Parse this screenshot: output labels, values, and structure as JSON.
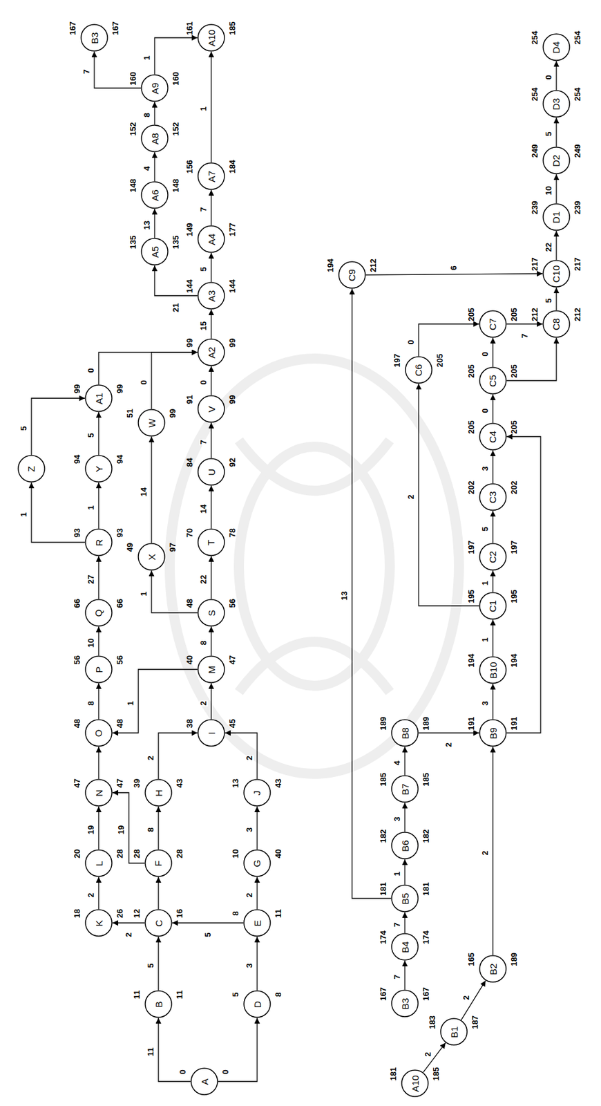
{
  "diagram": {
    "nodes": [
      {
        "text": [
          "A"
        ]
      },
      {
        "text": [
          "B"
        ]
      },
      {
        "text": [
          "D"
        ]
      },
      {
        "text": [
          "C"
        ]
      },
      {
        "text": [
          "E"
        ]
      },
      {
        "text": [
          "K"
        ]
      },
      {
        "text": [
          "F"
        ]
      },
      {
        "text": [
          "G"
        ]
      },
      {
        "text": [
          "L"
        ]
      },
      {
        "text": [
          "H"
        ]
      },
      {
        "text": [
          "J"
        ]
      },
      {
        "text": [
          "N"
        ]
      },
      {
        "text": [
          "I"
        ]
      },
      {
        "text": [
          "O"
        ]
      },
      {
        "text": [
          "M"
        ]
      },
      {
        "text": [
          "P"
        ]
      },
      {
        "text": [
          "S"
        ]
      },
      {
        "text": [
          "Q"
        ]
      },
      {
        "text": [
          "X"
        ]
      },
      {
        "text": [
          "T"
        ]
      },
      {
        "text": [
          "R"
        ]
      },
      {
        "text": [
          "U"
        ]
      },
      {
        "text": [
          "Y"
        ]
      },
      {
        "text": [
          "Z"
        ]
      },
      {
        "text": [
          "W"
        ]
      },
      {
        "text": [
          "V"
        ]
      },
      {
        "text": [
          "A1"
        ]
      },
      {
        "text": [
          "A2"
        ]
      },
      {
        "text": [
          "A3"
        ]
      },
      {
        "text": [
          "A5"
        ]
      },
      {
        "text": [
          "A4"
        ]
      },
      {
        "text": [
          "A6"
        ]
      },
      {
        "text": [
          "A7"
        ]
      },
      {
        "text": [
          "A8"
        ]
      },
      {
        "text": [
          "A9"
        ]
      },
      {
        "text": [
          "B3"
        ]
      },
      {
        "text": [
          "A10"
        ]
      },
      {
        "text": [
          "A10"
        ]
      },
      {
        "text": [
          "B3"
        ]
      },
      {
        "text": [
          "B1"
        ]
      },
      {
        "text": [
          "B4"
        ]
      },
      {
        "text": [
          "B2"
        ]
      },
      {
        "text": [
          "B5"
        ]
      },
      {
        "text": [
          "B6"
        ]
      },
      {
        "text": [
          "B7"
        ]
      },
      {
        "text": [
          "B8"
        ]
      },
      {
        "text": [
          "B9"
        ]
      },
      {
        "text": [
          "B10"
        ]
      },
      {
        "text": [
          "C1"
        ]
      },
      {
        "text": [
          "C2"
        ]
      },
      {
        "text": [
          "C3"
        ]
      },
      {
        "text": [
          "C4"
        ]
      },
      {
        "text": [
          "C6"
        ]
      },
      {
        "text": [
          "C5"
        ]
      },
      {
        "text": [
          "C7"
        ]
      },
      {
        "text": [
          "C8"
        ]
      },
      {
        "text": [
          "C9"
        ]
      },
      {
        "text": [
          "C10"
        ]
      },
      {
        "text": [
          "D1"
        ]
      },
      {
        "text": [
          "D2"
        ]
      },
      {
        "text": [
          "D3"
        ]
      },
      {
        "text": [
          "D4"
        ]
      }
    ],
    "edges": [
      {
        "from": 0,
        "to": 1,
        "arrow": "to",
        "label": "11"
      },
      {
        "from": 0,
        "to": 2,
        "arrow": "to"
      },
      {
        "from": 1,
        "to": 3,
        "arrow": "to",
        "label": "5"
      },
      {
        "from": 2,
        "to": 4,
        "arrow": "to",
        "label": "3"
      },
      {
        "from": 4,
        "to": 3,
        "arrow": "to",
        "label": "5"
      },
      {
        "from": 3,
        "to": 5,
        "arrow": "to",
        "label": "2"
      },
      {
        "from": 3,
        "to": 6,
        "arrow": "to"
      },
      {
        "from": 5,
        "to": 8,
        "arrow": "to",
        "label": "2"
      },
      {
        "from": 4,
        "to": 7,
        "arrow": "to",
        "label": "2"
      },
      {
        "from": 6,
        "to": 9,
        "arrow": "to",
        "label": "8"
      },
      {
        "from": 6,
        "to": 11,
        "arrow": "to",
        "label": "19"
      },
      {
        "from": 7,
        "to": 10,
        "arrow": "to",
        "label": "3"
      },
      {
        "from": 8,
        "to": 11,
        "arrow": "to",
        "label": "19"
      },
      {
        "from": 9,
        "to": 12,
        "arrow": "to",
        "label": "2"
      },
      {
        "from": 10,
        "to": 12,
        "arrow": "to",
        "label": "2"
      },
      {
        "from": 11,
        "to": 13,
        "arrow": "to"
      },
      {
        "from": 12,
        "to": 14,
        "arrow": "to",
        "label": "2"
      },
      {
        "from": 14,
        "to": 13,
        "arrow": "to",
        "label": "1"
      },
      {
        "from": 13,
        "to": 15,
        "arrow": "to",
        "label": "8"
      },
      {
        "from": 14,
        "to": 16,
        "arrow": "to",
        "label": "8"
      },
      {
        "from": 15,
        "to": 17,
        "arrow": "to",
        "label": "10"
      },
      {
        "from": 16,
        "to": 18,
        "arrow": "to",
        "label": "1"
      },
      {
        "from": 16,
        "to": 19,
        "arrow": "to",
        "label": "22"
      },
      {
        "from": 17,
        "to": 20,
        "arrow": "to",
        "label": "27"
      },
      {
        "from": 18,
        "to": 24,
        "arrow": "to",
        "label": "14"
      },
      {
        "from": 19,
        "to": 21,
        "arrow": "to",
        "label": "14"
      },
      {
        "from": 20,
        "to": 22,
        "arrow": "to",
        "label": "1"
      },
      {
        "from": 20,
        "to": 23,
        "arrow": "to",
        "label": "1"
      },
      {
        "from": 21,
        "to": 25,
        "arrow": "to",
        "label": "7"
      },
      {
        "from": 22,
        "to": 26,
        "arrow": "to",
        "label": "5"
      },
      {
        "from": 23,
        "to": 26,
        "arrow": "to",
        "label": "5"
      },
      {
        "from": 26,
        "to": 27,
        "arrow": "to",
        "label": "0"
      },
      {
        "from": 24,
        "to": 27,
        "arrow": "to",
        "label": "0"
      },
      {
        "from": 25,
        "to": 27,
        "arrow": "to",
        "label": "0"
      },
      {
        "from": 27,
        "to": 28,
        "arrow": "to",
        "label": "15"
      },
      {
        "from": 28,
        "to": 29,
        "arrow": "to",
        "label": "21"
      },
      {
        "from": 28,
        "to": 30,
        "arrow": "to",
        "label": "5"
      },
      {
        "from": 29,
        "to": 31,
        "arrow": "to",
        "label": "13"
      },
      {
        "from": 30,
        "to": 32,
        "arrow": "to",
        "label": "7"
      },
      {
        "from": 31,
        "to": 33,
        "arrow": "to",
        "label": "4"
      },
      {
        "from": 33,
        "to": 34,
        "arrow": "to",
        "label": "8"
      },
      {
        "from": 32,
        "to": 36,
        "arrow": "to",
        "label": "1"
      },
      {
        "from": 34,
        "to": 35,
        "arrow": "to",
        "label": "7"
      },
      {
        "from": 34,
        "to": 36,
        "arrow": "to",
        "label": "1"
      },
      {
        "from": 37,
        "to": 39,
        "arrow": "to",
        "label": "2"
      },
      {
        "from": 38,
        "to": 40,
        "arrow": "to",
        "label": "7"
      },
      {
        "from": 39,
        "to": 41,
        "arrow": "to",
        "label": "2"
      },
      {
        "from": 40,
        "to": 42,
        "arrow": "to",
        "label": "7"
      },
      {
        "from": 42,
        "to": 43,
        "arrow": "to",
        "label": "1"
      },
      {
        "from": 42,
        "to": 56,
        "arrow": "to",
        "label": "13"
      },
      {
        "from": 43,
        "to": 44,
        "arrow": "to",
        "label": "3"
      },
      {
        "from": 44,
        "to": 45,
        "arrow": "to",
        "label": "4"
      },
      {
        "from": 45,
        "to": 46,
        "arrow": "to",
        "label": "2"
      },
      {
        "from": 41,
        "to": 46,
        "arrow": "to",
        "label": "2"
      },
      {
        "from": 46,
        "to": 47,
        "arrow": "to",
        "label": "3"
      },
      {
        "from": 46,
        "to": 51,
        "arrow": "to"
      },
      {
        "from": 47,
        "to": 48,
        "arrow": "to",
        "label": "1"
      },
      {
        "from": 48,
        "to": 49,
        "arrow": "to",
        "label": "1"
      },
      {
        "from": 48,
        "to": 52,
        "arrow": "to",
        "label": "2"
      },
      {
        "from": 49,
        "to": 50,
        "arrow": "to",
        "label": "5"
      },
      {
        "from": 50,
        "to": 51,
        "arrow": "to",
        "label": "3"
      },
      {
        "from": 51,
        "to": 53,
        "arrow": "to",
        "label": "0"
      },
      {
        "from": 53,
        "to": 54,
        "arrow": "to",
        "label": "0"
      },
      {
        "from": 52,
        "to": 54,
        "arrow": "to",
        "label": "0"
      },
      {
        "from": 53,
        "to": 55,
        "arrow": "to"
      },
      {
        "from": 54,
        "to": 55,
        "arrow": "to",
        "label": "7"
      },
      {
        "from": 55,
        "to": 57,
        "arrow": "to",
        "label": "5"
      },
      {
        "from": 56,
        "to": 57,
        "arrow": "to",
        "label": "6"
      },
      {
        "from": 57,
        "to": 58,
        "arrow": "to",
        "label": "22"
      },
      {
        "from": 58,
        "to": 59,
        "arrow": "to",
        "label": "10"
      },
      {
        "from": 59,
        "to": 60,
        "arrow": "to",
        "label": "5"
      },
      {
        "from": 60,
        "to": 61,
        "arrow": "to",
        "label": "0"
      }
    ],
    "labels": [
      "0",
      "0",
      "11",
      "11",
      "5",
      "8",
      "12",
      "16",
      "8",
      "11",
      "18",
      "26",
      "28",
      "28",
      "10",
      "40",
      "20",
      "28",
      "39",
      "43",
      "13",
      "43",
      "47",
      "47",
      "38",
      "45",
      "48",
      "48",
      "40",
      "47",
      "56",
      "56",
      "48",
      "56",
      "66",
      "66",
      "49",
      "97",
      "70",
      "78",
      "93",
      "93",
      "84",
      "92",
      "94",
      "94",
      "51",
      "99",
      "91",
      "99",
      "99",
      "99",
      "99",
      "99",
      "144",
      "144",
      "135",
      "135",
      "149",
      "177",
      "148",
      "148",
      "156",
      "184",
      "152",
      "152",
      "160",
      "160",
      "167",
      "167",
      "161",
      "185",
      "181",
      "185",
      "167",
      "167",
      "183",
      "187",
      "174",
      "174",
      "165",
      "189",
      "181",
      "181",
      "182",
      "182",
      "185",
      "185",
      "189",
      "189",
      "191",
      "191",
      "194",
      "194",
      "195",
      "195",
      "197",
      "197",
      "202",
      "202",
      "205",
      "205",
      "197",
      "205",
      "205",
      "205",
      "205",
      "205",
      "212",
      "212",
      "194",
      "212",
      "217",
      "217",
      "239",
      "239",
      "249",
      "249",
      "254",
      "254",
      "254",
      "254"
    ]
  }
}
